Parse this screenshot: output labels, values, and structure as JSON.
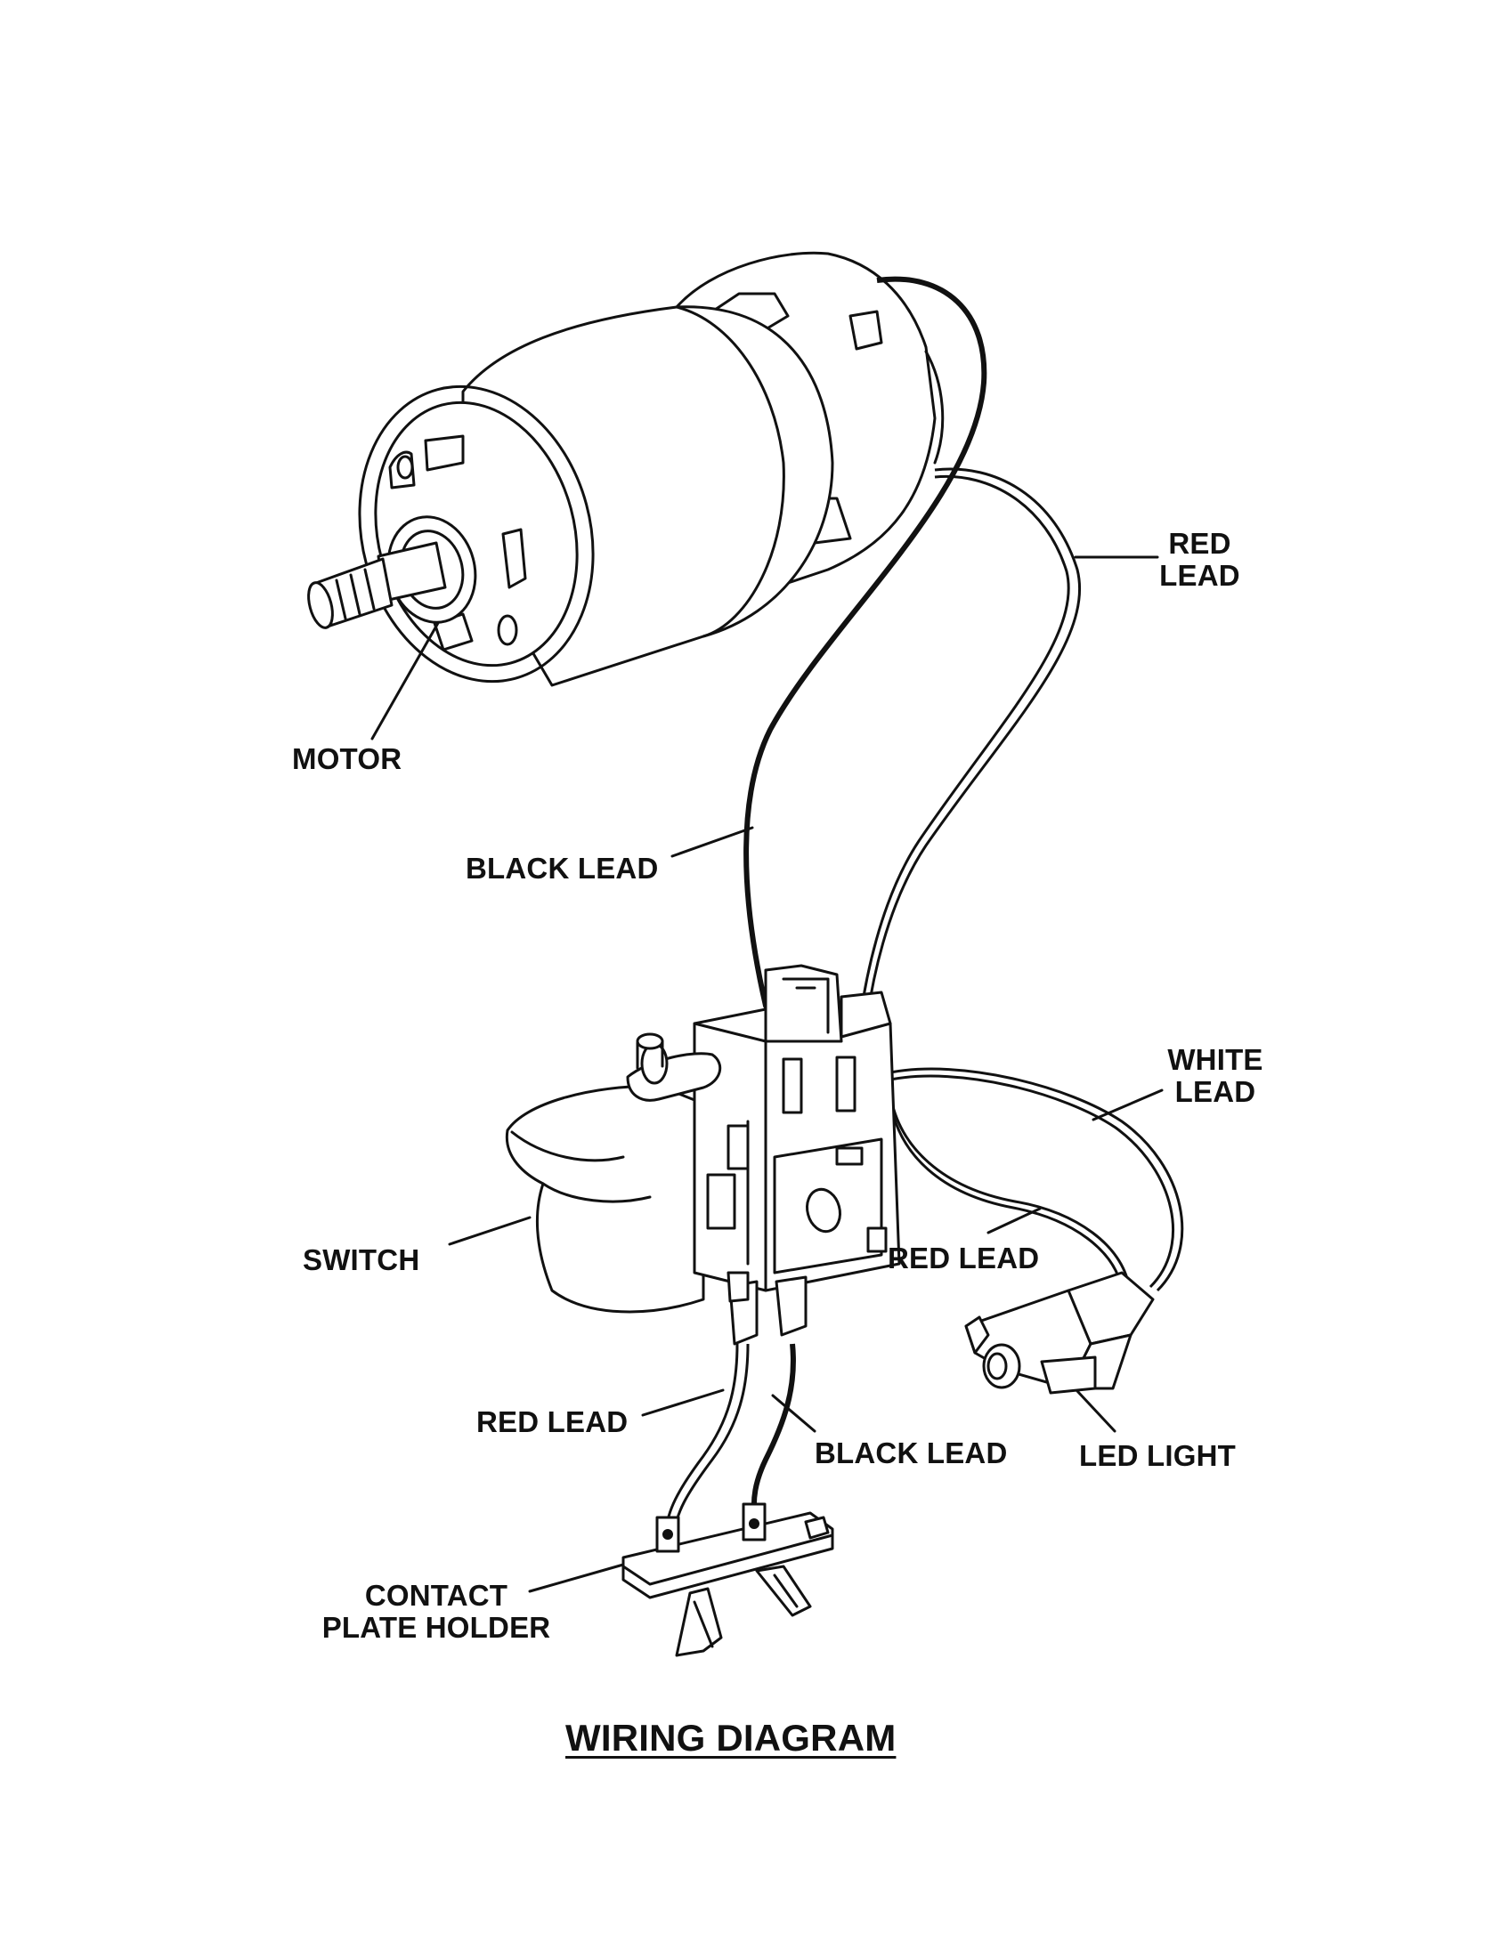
{
  "labels": {
    "red_lead_top": [
      "RED",
      "LEAD"
    ],
    "motor": "MOTOR",
    "black_lead_top": "BLACK LEAD",
    "white_lead": [
      "WHITE",
      "LEAD"
    ],
    "switch": "SWITCH",
    "red_lead_mid": "RED LEAD",
    "red_lead_bottom": "RED LEAD",
    "black_lead_bottom": "BLACK LEAD",
    "led_light": "LED LIGHT",
    "contact_plate_holder": [
      "CONTACT",
      "PLATE HOLDER"
    ]
  },
  "title": "WIRING DIAGRAM"
}
